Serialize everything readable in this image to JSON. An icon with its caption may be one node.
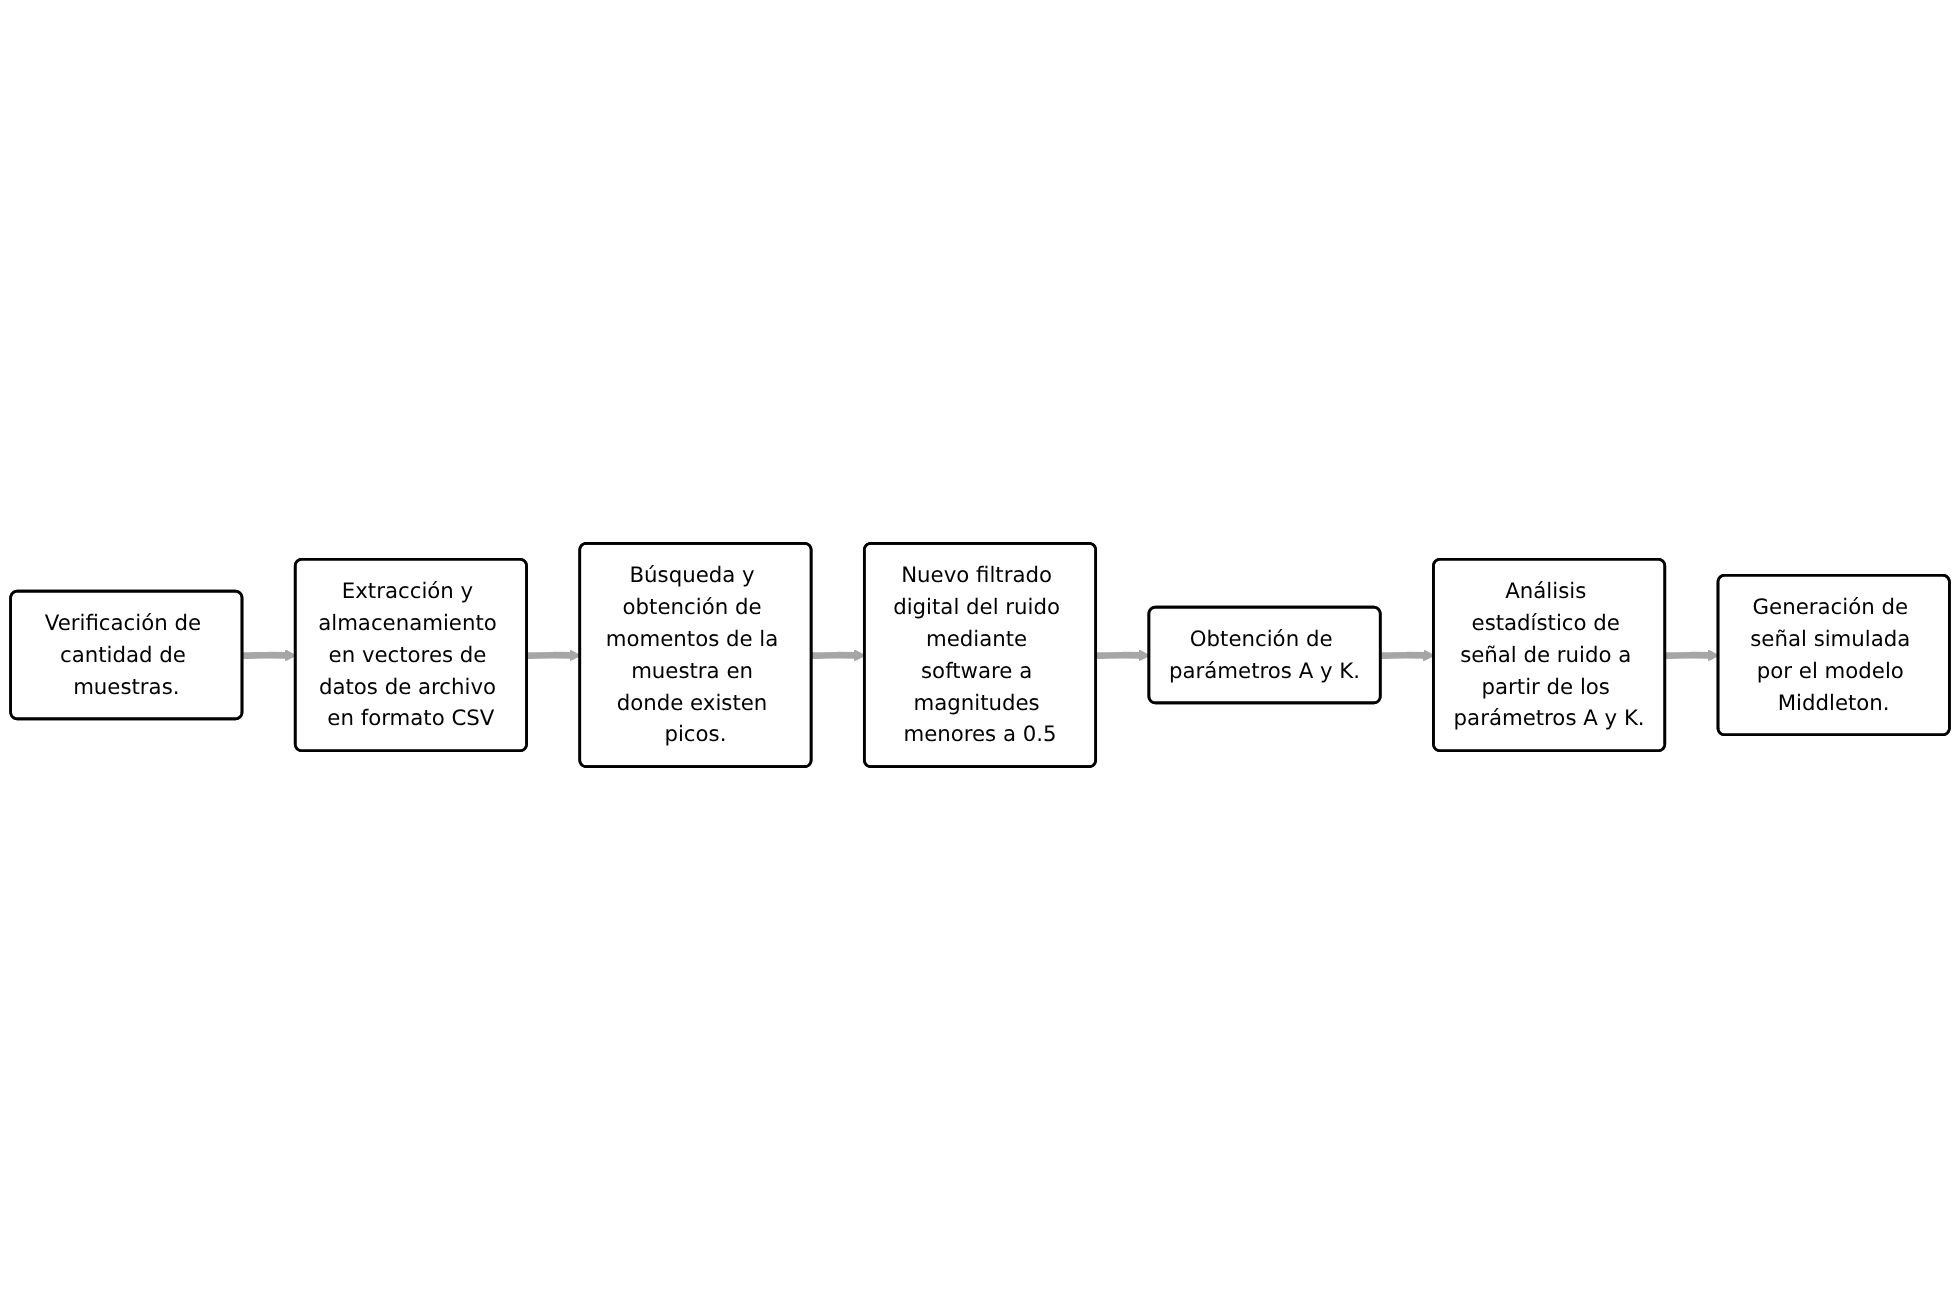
{
  "diagram": {
    "nodes": [
      {
        "text": [
          "Verificación de cantidad de muestras."
        ]
      },
      {
        "text": [
          "Extracción y almacenamiento en vectores de datos de archivo en formato CSV"
        ]
      },
      {
        "text": [
          "Búsqueda y obtención de momentos de la muestra en donde existen picos."
        ]
      },
      {
        "text": [
          "Nuevo filtrado digital del ruido mediante software a magnitudes menores a 0.5"
        ]
      },
      {
        "text": [
          "Obtención de parámetros A y K."
        ]
      },
      {
        "text": [
          "Análisis estadístico de señal de ruido a partir de los parámetros A y K."
        ]
      },
      {
        "text": [
          "Generación de señal simulada por el modelo Middleton."
        ]
      }
    ],
    "edges": [
      {
        "from": 0,
        "to": 1,
        "arrow": "to"
      },
      {
        "from": 1,
        "to": 2,
        "arrow": "to"
      },
      {
        "from": 2,
        "to": 3,
        "arrow": "to"
      },
      {
        "from": 3,
        "to": 4,
        "arrow": "to"
      },
      {
        "from": 4,
        "to": 5,
        "arrow": "to"
      },
      {
        "from": 5,
        "to": 6,
        "arrow": "to"
      }
    ]
  }
}
